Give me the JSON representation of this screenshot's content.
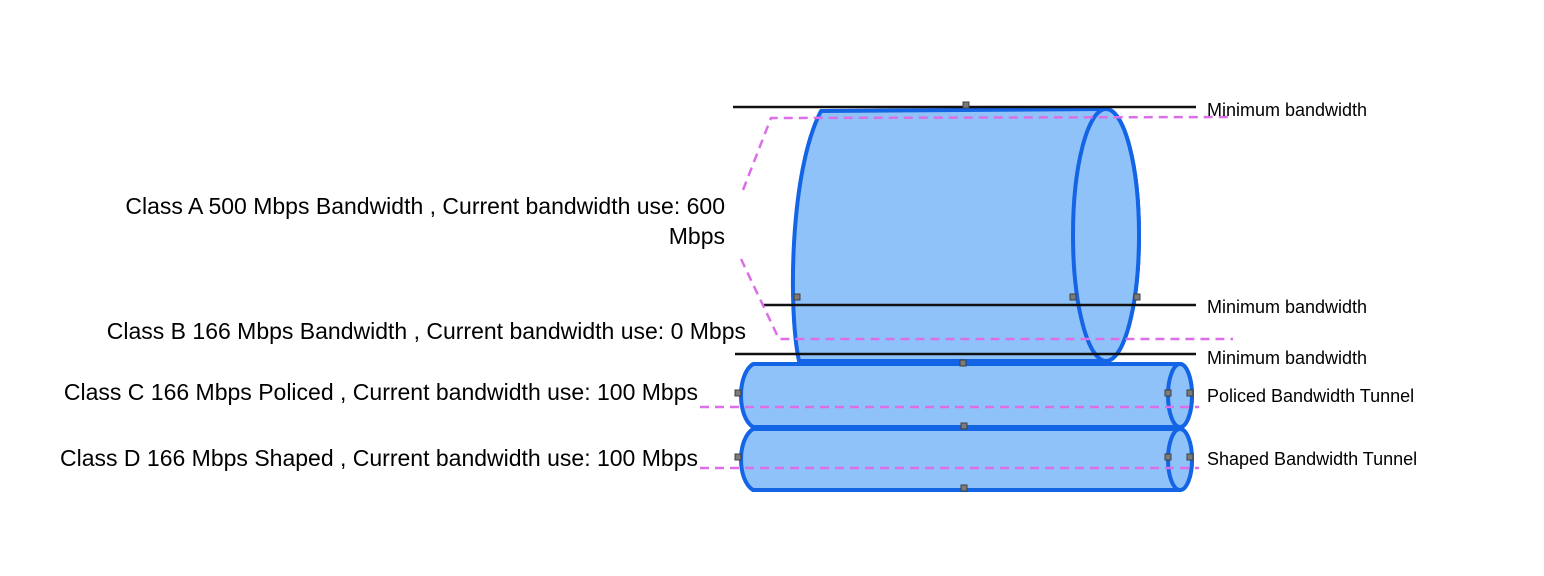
{
  "diagram": {
    "classes": [
      {
        "label_line1": "Class A 500 Mbps Bandwidth , Current bandwidth use: 600",
        "label_line2": "Mbps",
        "bandwidth_mbps": 500,
        "current_use_mbps": 600,
        "policy": "Bandwidth"
      },
      {
        "label": "Class B 166 Mbps Bandwidth , Current bandwidth use: 0 Mbps",
        "bandwidth_mbps": 166,
        "current_use_mbps": 0,
        "policy": "Bandwidth"
      },
      {
        "label": "Class C 166 Mbps Policed , Current bandwidth use: 100 Mbps",
        "bandwidth_mbps": 166,
        "current_use_mbps": 100,
        "policy": "Policed"
      },
      {
        "label": "Class D 166 Mbps Shaped , Current bandwidth use: 100 Mbps",
        "bandwidth_mbps": 166,
        "current_use_mbps": 100,
        "policy": "Shaped"
      }
    ],
    "right_labels": {
      "minimum_bandwidth": [
        "Minimum bandwidth",
        "Minimum bandwidth",
        "Minimum bandwidth"
      ],
      "policed_tunnel": "Policed Bandwidth Tunnel",
      "shaped_tunnel": "Shaped Bandwidth Tunnel"
    },
    "colors": {
      "tunnel_fill": "#8FC2F8",
      "tunnel_stroke": "#1464E6",
      "callout_dash": "#DB6FE8",
      "guide_line": "#111111",
      "handle_fill": "#7B7B7B",
      "handle_stroke": "#3F3F3F",
      "background": "#FFFFFF"
    }
  }
}
